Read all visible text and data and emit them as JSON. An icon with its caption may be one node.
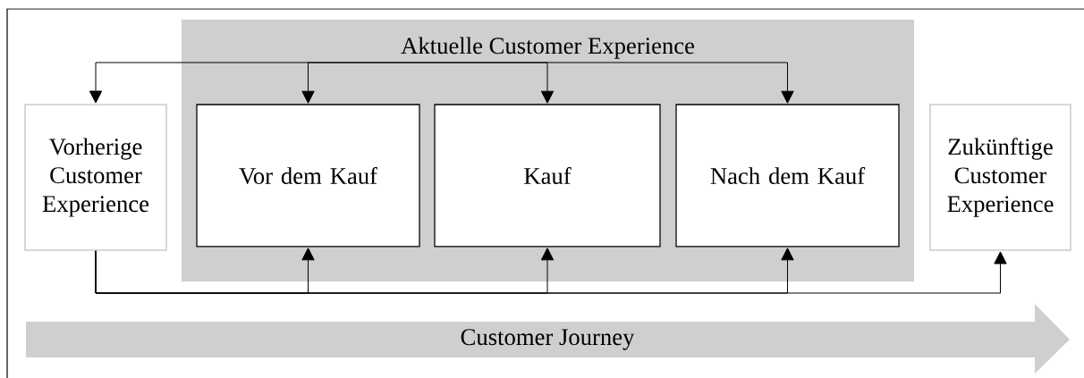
{
  "diagram": {
    "nodes": [
      {
        "text": [
          "Aktuelle Customer Experience"
        ]
      },
      {
        "text": [
          "Vorherige Customer Experience"
        ]
      },
      {
        "text": [
          "Vor dem Kauf"
        ],
        "in": 0
      },
      {
        "text": [
          "Kauf"
        ],
        "in": 0
      },
      {
        "text": [
          "Nach dem Kauf"
        ],
        "in": 0
      },
      {
        "text": [
          "Zukünftige Customer Experience"
        ]
      },
      {
        "text": [
          "Customer Journey"
        ]
      }
    ],
    "edges": [
      {
        "from": null,
        "to": 1,
        "arrow": "to"
      },
      {
        "from": null,
        "to": 2,
        "arrow": "to"
      },
      {
        "from": null,
        "to": 3,
        "arrow": "to"
      },
      {
        "from": null,
        "to": 4,
        "arrow": "to"
      },
      {
        "from": 1,
        "to": 2,
        "arrow": "to"
      },
      {
        "from": 1,
        "to": 3,
        "arrow": "to"
      },
      {
        "from": 1,
        "to": 4,
        "arrow": "to"
      },
      {
        "from": 1,
        "to": 5,
        "arrow": "to"
      }
    ]
  }
}
